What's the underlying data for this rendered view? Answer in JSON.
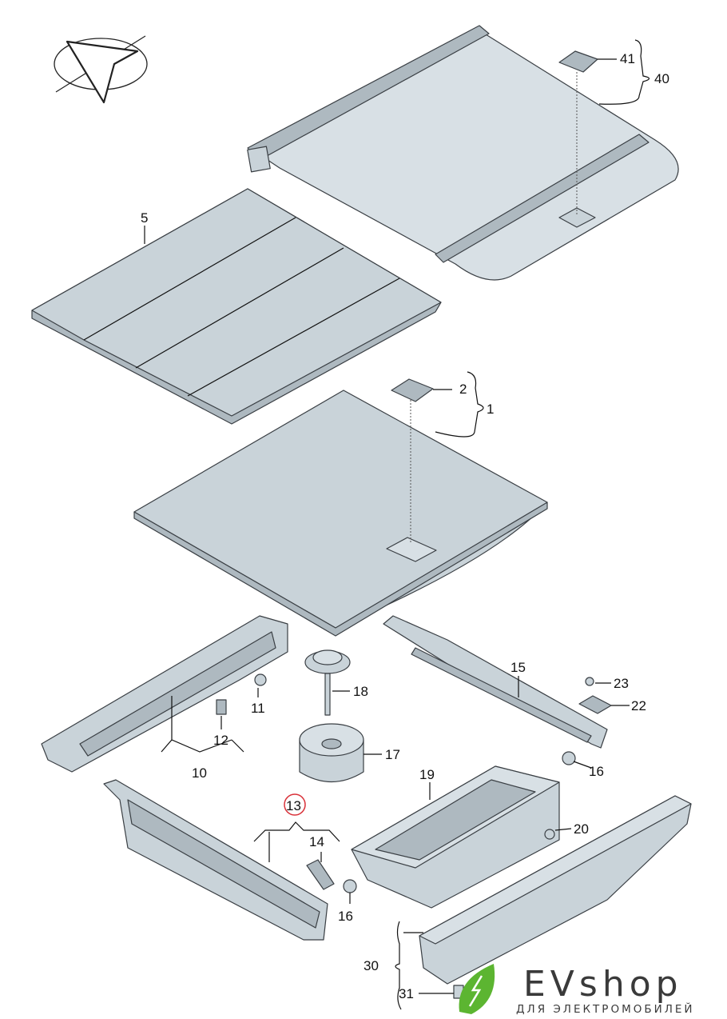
{
  "diagram": {
    "callouts": {
      "c41": "41",
      "c40": "40",
      "c5": "5",
      "c2": "2",
      "c1": "1",
      "c15": "15",
      "c23": "23",
      "c22": "22",
      "c18": "18",
      "c11": "11",
      "c12": "12",
      "c10": "10",
      "c17": "17",
      "c16a": "16",
      "c19": "19",
      "c13": "13",
      "c14": "14",
      "c20": "20",
      "c16b": "16",
      "c30": "30",
      "c31": "31"
    },
    "highlighted_callout": "13",
    "highlight_color": "#d9323a"
  },
  "logo": {
    "brand": "EVshop",
    "tagline": "ДЛЯ ЭЛЕКТРОМОБИЛЕЙ",
    "leaf_color": "#5cb531"
  }
}
